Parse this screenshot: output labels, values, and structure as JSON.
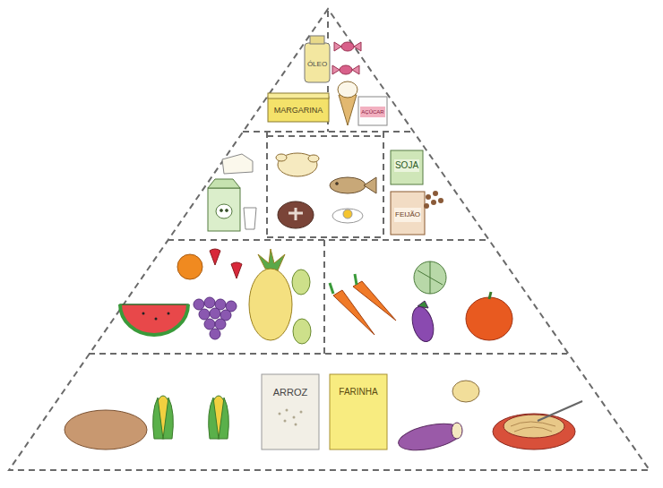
{
  "diagram": {
    "labels": [
      "ÓLEO",
      "MARGARINA",
      "AÇÚCAR",
      "SOJA",
      "FEIJÃO",
      "ARROZ",
      "FARINHA"
    ]
  }
}
